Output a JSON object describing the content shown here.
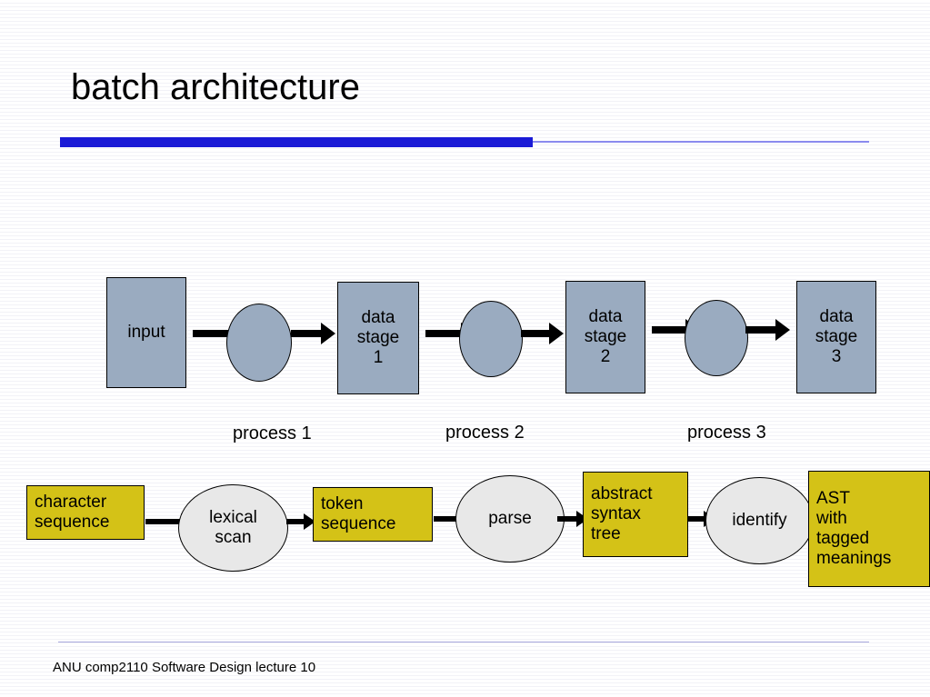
{
  "slide": {
    "title": "batch architecture",
    "footer": "ANU comp2110 Software Design lecture 10",
    "accent_color": "#1a1ad6",
    "rule_color": "#8a8aee"
  },
  "generic_pipeline": {
    "boxes": [
      {
        "label": "input"
      },
      {
        "label": "data\nstage\n1"
      },
      {
        "label": "data\nstage\n2"
      },
      {
        "label": "data\nstage\n3"
      }
    ],
    "processes": [
      {
        "caption": "process 1"
      },
      {
        "caption": "process 2"
      },
      {
        "caption": "process 3"
      }
    ],
    "box_fill": "#9aabc0",
    "ellipse_fill": "#9aabc0"
  },
  "compiler_pipeline": {
    "data_boxes": [
      {
        "label": "character\nsequence"
      },
      {
        "label": "token\nsequence"
      },
      {
        "label": "abstract\nsyntax\ntree"
      },
      {
        "label": "AST\nwith\ntagged\nmeanings"
      }
    ],
    "process_ellipses": [
      {
        "label": "lexical\nscan"
      },
      {
        "label": "parse"
      },
      {
        "label": "identify"
      }
    ],
    "box_fill": "#d4c217",
    "ellipse_fill": "#e8e8e8"
  }
}
